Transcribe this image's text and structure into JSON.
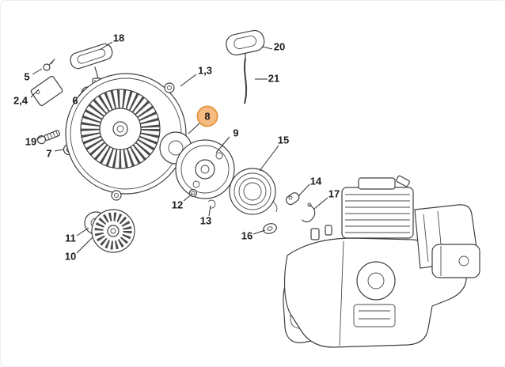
{
  "highlight": {
    "fill": "#f6bb80",
    "border": "#e29a45"
  },
  "line_color": "#3f3f3f",
  "parts": {
    "p1_3": {
      "label": "1,3",
      "highlighted": false
    },
    "p2_4": {
      "label": "2,4",
      "highlighted": false
    },
    "p5": {
      "label": "5",
      "highlighted": false
    },
    "p6": {
      "label": "6",
      "highlighted": false
    },
    "p7": {
      "label": "7",
      "highlighted": false
    },
    "p8": {
      "label": "8",
      "highlighted": true
    },
    "p9": {
      "label": "9",
      "highlighted": false
    },
    "p10": {
      "label": "10",
      "highlighted": false
    },
    "p11": {
      "label": "11",
      "highlighted": false
    },
    "p12": {
      "label": "12",
      "highlighted": false
    },
    "p13": {
      "label": "13",
      "highlighted": false
    },
    "p14": {
      "label": "14",
      "highlighted": false
    },
    "p15": {
      "label": "15",
      "highlighted": false
    },
    "p16": {
      "label": "16",
      "highlighted": false
    },
    "p17": {
      "label": "17",
      "highlighted": false
    },
    "p18": {
      "label": "18",
      "highlighted": false
    },
    "p19": {
      "label": "19",
      "highlighted": false
    },
    "p20": {
      "label": "20",
      "highlighted": false
    },
    "p21": {
      "label": "21",
      "highlighted": false
    }
  }
}
